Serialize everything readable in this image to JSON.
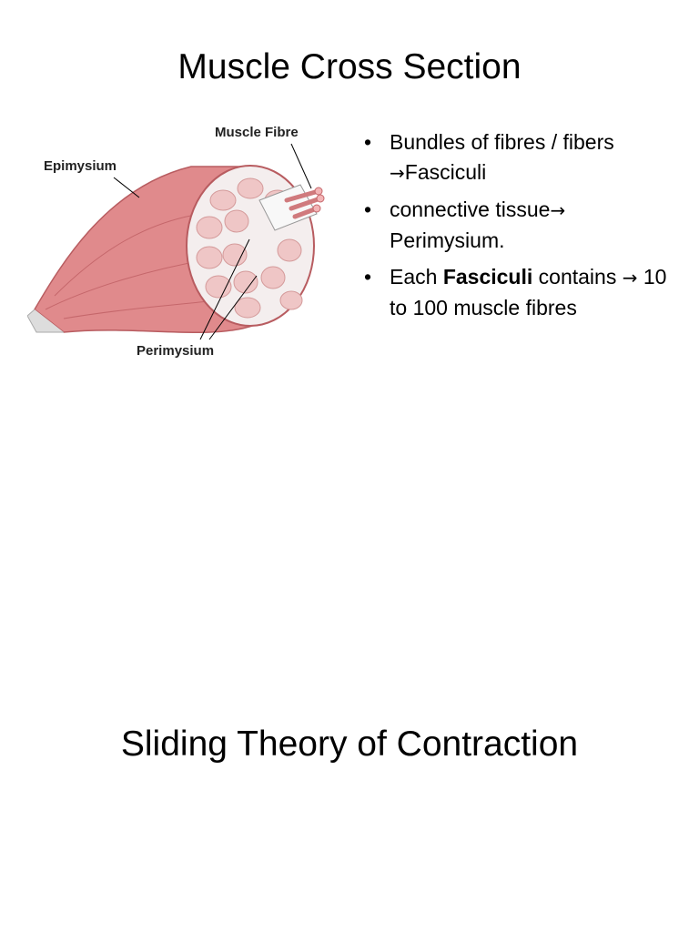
{
  "slide1": {
    "title": "Muscle Cross Section",
    "figure": {
      "labels": {
        "muscle_fibre": "Muscle Fibre",
        "epimysium": "Epimysium",
        "perimysium": "Perimysium"
      },
      "colors": {
        "muscle": "#e08a8c",
        "muscle_dark": "#c5676b",
        "tissue": "#f4eeee",
        "fascicle": "#efc6c6"
      }
    },
    "bullets": [
      {
        "pre": "Bundles of fibres / fibers ",
        "arrow": "→",
        "post": "Fasciculi"
      },
      {
        "pre": "connective tissue",
        "arrow": "→",
        "post": " Perimysium."
      },
      {
        "pre": "Each ",
        "bold": "Fasciculi",
        "mid": " contains ",
        "arrow": "→",
        "post": " 10 to 100 muscle fibres"
      }
    ]
  },
  "slide2": {
    "title": "Sliding Theory of Contraction"
  }
}
